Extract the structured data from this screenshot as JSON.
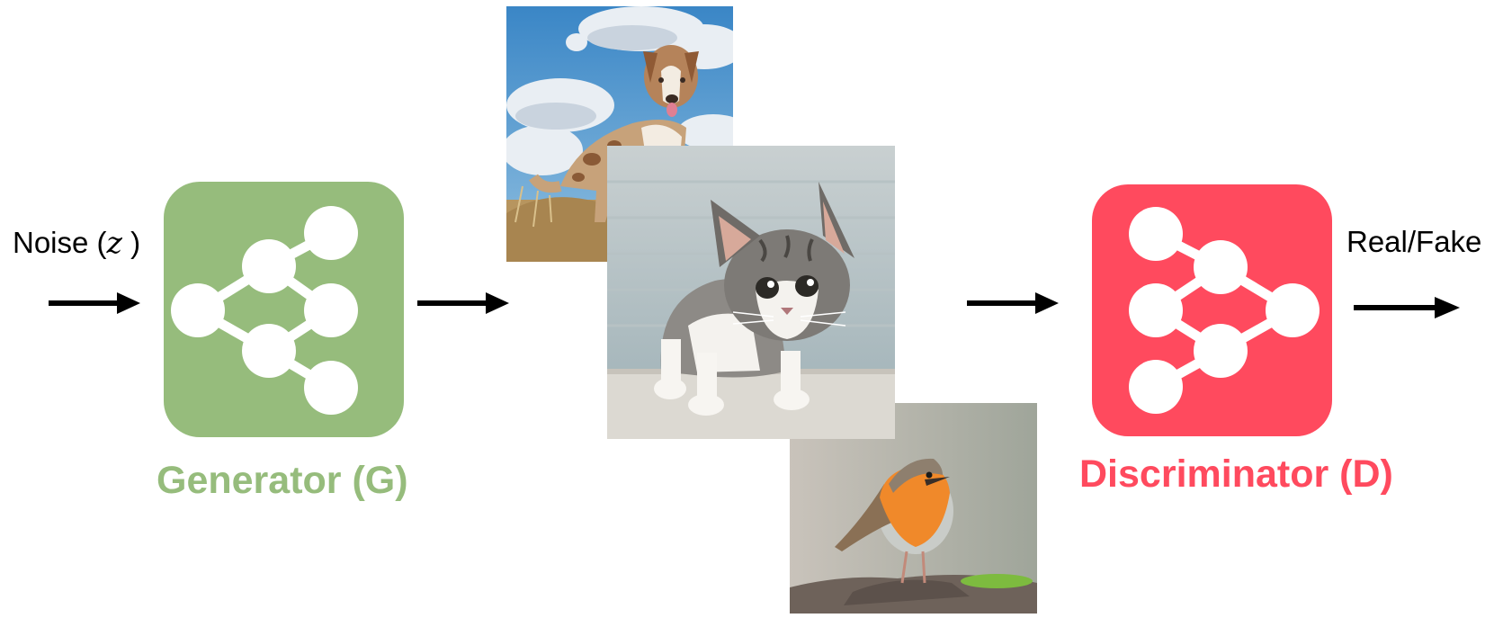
{
  "labels": {
    "noise_prefix": "Noise (",
    "noise_var": "z",
    "noise_suffix": " )",
    "output": "Real/Fake",
    "generator": "Generator (G)",
    "discriminator": "Discriminator (D)"
  },
  "colors": {
    "generator": "#96bc7c",
    "discriminator": "#ff4a5e",
    "arrow": "#000000"
  },
  "images": [
    "dog-photo",
    "kitten-photo",
    "robin-photo"
  ]
}
